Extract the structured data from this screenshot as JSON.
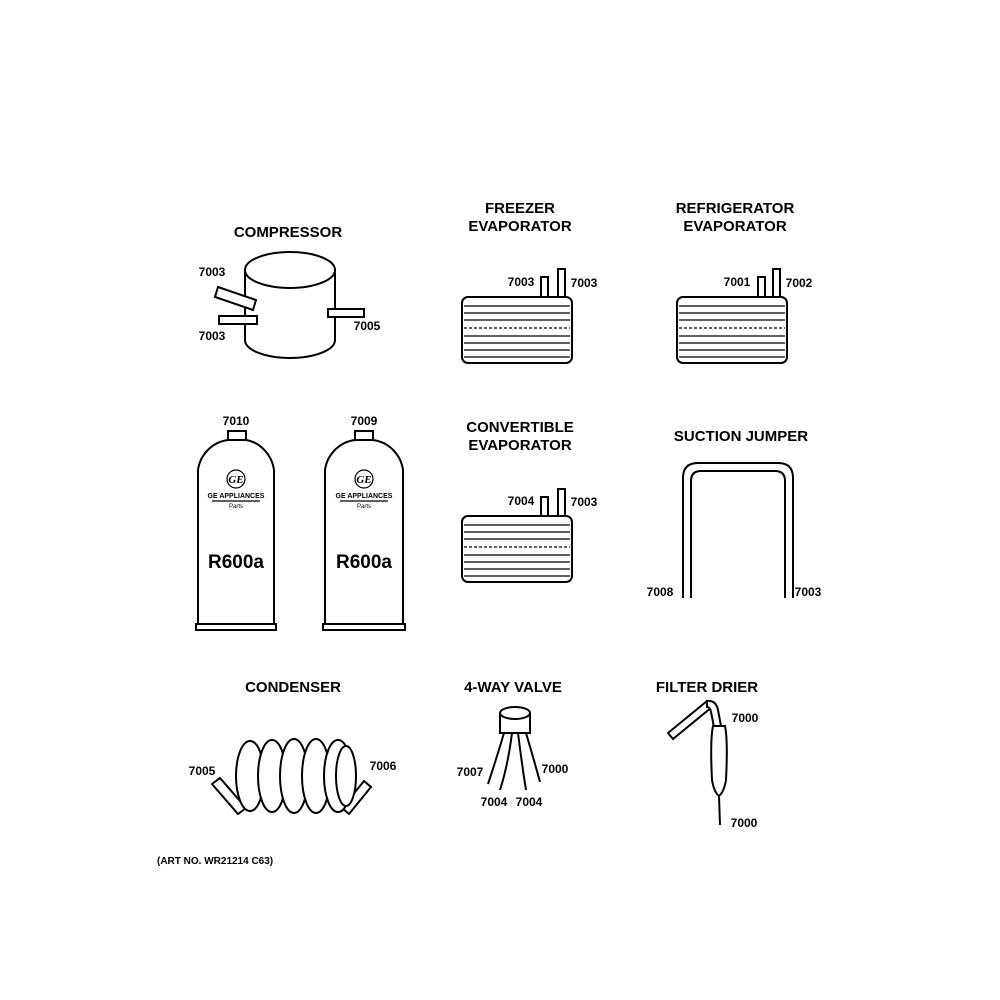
{
  "parts": {
    "compressor": {
      "title": "COMPRESSOR",
      "labels": [
        "7003",
        "7003",
        "7005"
      ]
    },
    "freezer_evaporator": {
      "title_line1": "FREEZER",
      "title_line2": "EVAPORATOR",
      "labels": [
        "7003",
        "7003"
      ]
    },
    "refrigerator_evaporator": {
      "title_line1": "REFRIGERATOR",
      "title_line2": "EVAPORATOR",
      "labels": [
        "7001",
        "7002"
      ]
    },
    "refrigerant_can_1": {
      "number": "7010",
      "brand": "GE APPLIANCES",
      "sub": "Parts",
      "refrigerant": "R600a",
      "logo": "GE"
    },
    "refrigerant_can_2": {
      "number": "7009",
      "brand": "GE APPLIANCES",
      "sub": "Parts",
      "refrigerant": "R600a",
      "logo": "GE"
    },
    "convertible_evaporator": {
      "title_line1": "CONVERTIBLE",
      "title_line2": "EVAPORATOR",
      "labels": [
        "7004",
        "7003"
      ]
    },
    "suction_jumper": {
      "title": "SUCTION JUMPER",
      "labels": [
        "7008",
        "7003"
      ]
    },
    "condenser": {
      "title": "CONDENSER",
      "labels": [
        "7005",
        "7006"
      ]
    },
    "four_way_valve": {
      "title": "4-WAY VALVE",
      "labels": [
        "7007",
        "7000",
        "7004",
        "7004"
      ]
    },
    "filter_drier": {
      "title": "FILTER DRIER",
      "labels": [
        "7000",
        "7000"
      ]
    }
  },
  "art_number": "(ART NO. WR21214 C63)"
}
